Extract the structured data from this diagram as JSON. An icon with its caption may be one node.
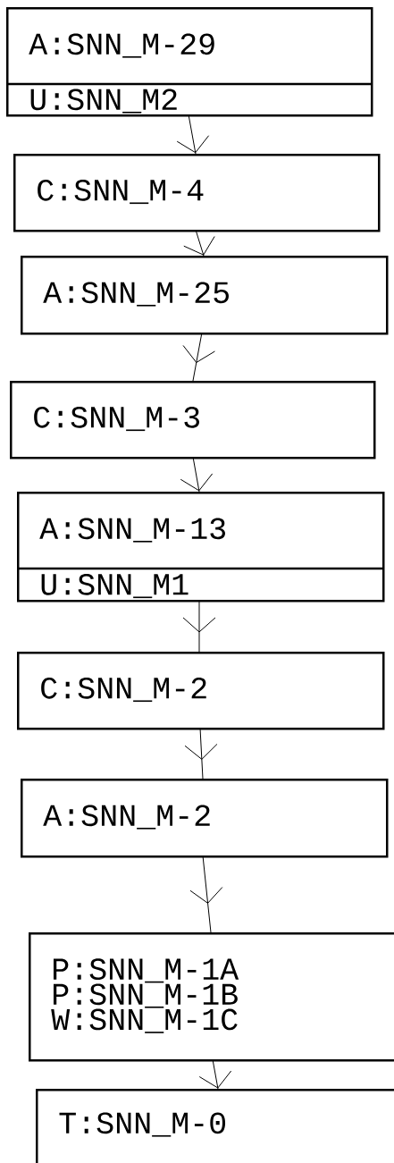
{
  "diagram": {
    "nodes": [
      {
        "text": [
          "A:SNN_M-29",
          "U:SNN_M2"
        ]
      },
      {
        "text": [
          "C:SNN_M-4"
        ]
      },
      {
        "text": [
          "A:SNN_M-25"
        ]
      },
      {
        "text": [
          "C:SNN_M-3"
        ]
      },
      {
        "text": [
          "A:SNN_M-13",
          "U:SNN_M1"
        ]
      },
      {
        "text": [
          "C:SNN_M-2"
        ]
      },
      {
        "text": [
          "A:SNN_M-2"
        ]
      },
      {
        "text": [
          "P:SNN_M-1A",
          "P:SNN_M-1B",
          "W:SNN_M-1C"
        ]
      },
      {
        "text": [
          "T:SNN_M-0"
        ]
      }
    ],
    "edges": [
      {
        "from": 0,
        "to": 1,
        "arrow": "to"
      },
      {
        "from": 1,
        "to": 2,
        "arrow": "to"
      },
      {
        "from": 2,
        "to": 3,
        "arrow": "to"
      },
      {
        "from": 3,
        "to": 4,
        "arrow": "to"
      },
      {
        "from": 4,
        "to": 5,
        "arrow": "to"
      },
      {
        "from": 5,
        "to": 6,
        "arrow": "to"
      },
      {
        "from": 6,
        "to": 7,
        "arrow": "to"
      },
      {
        "from": 7,
        "to": 8,
        "arrow": "to"
      }
    ]
  }
}
